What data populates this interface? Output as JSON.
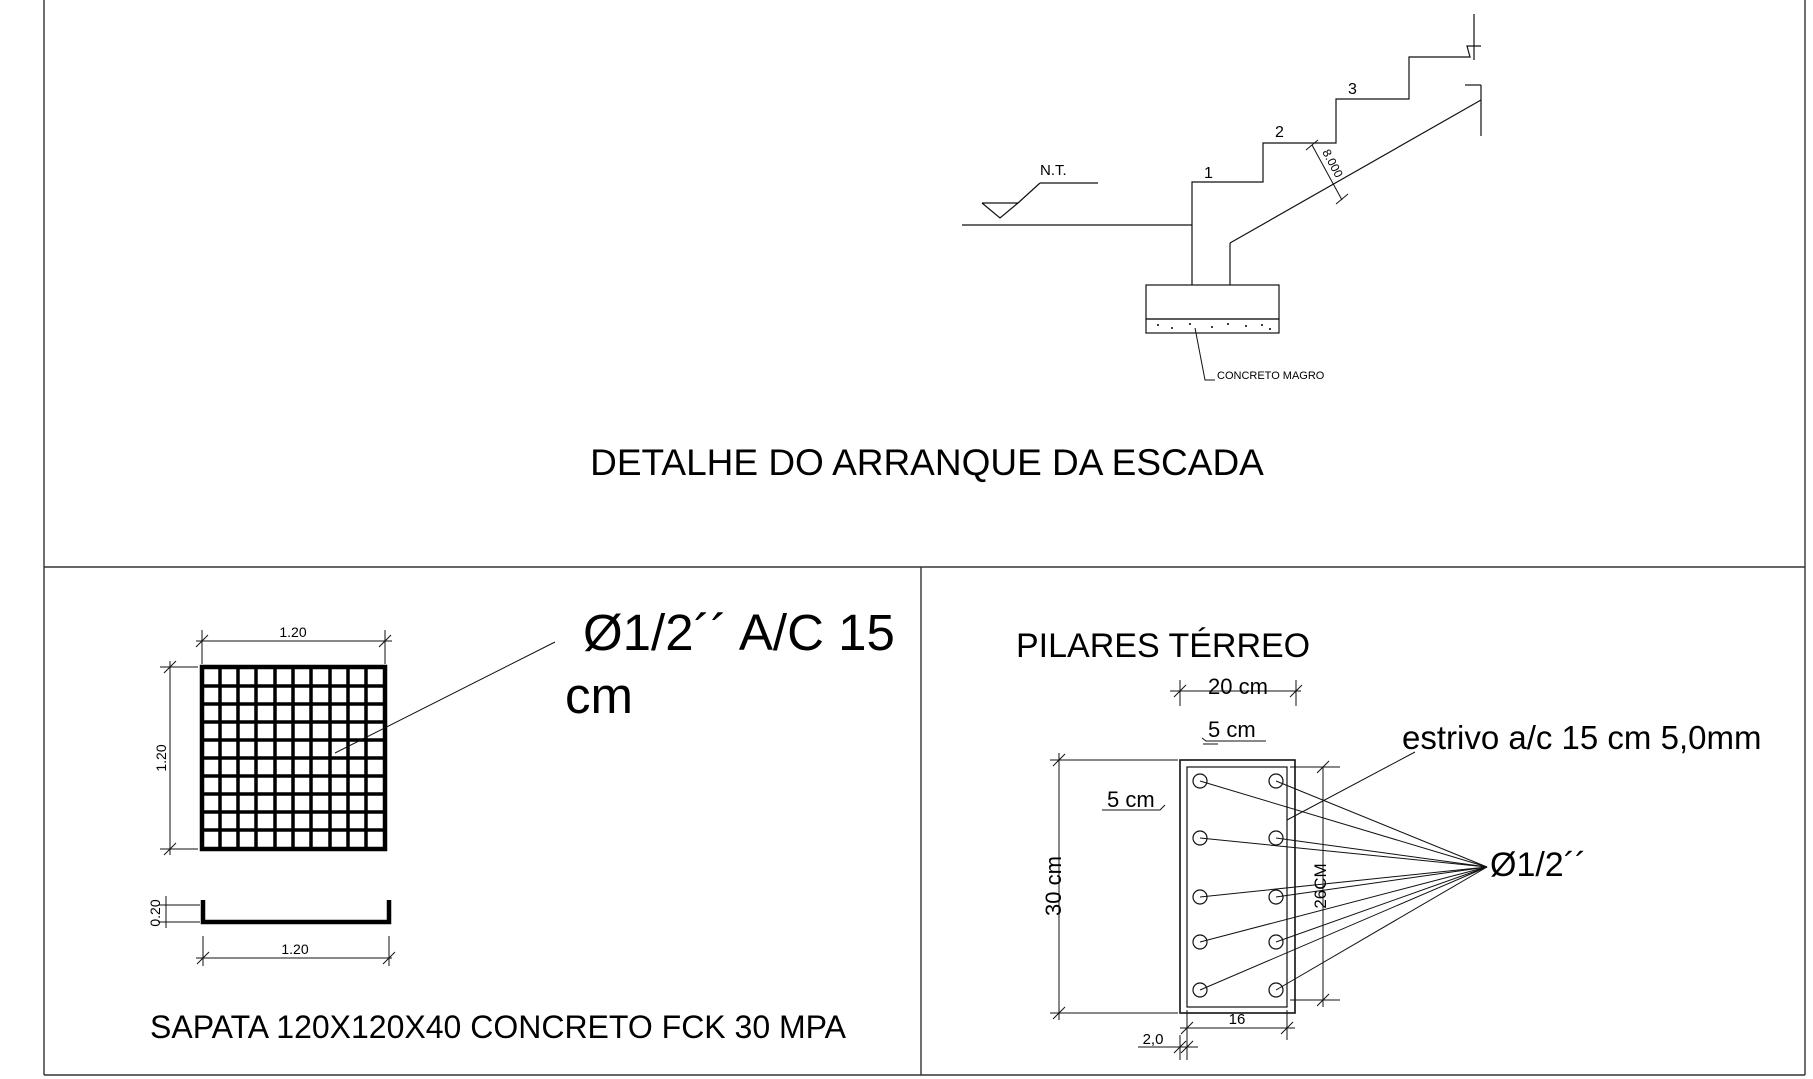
{
  "stair_detail": {
    "title": "DETALHE DO ARRANQUE DA ESCADA",
    "ground_label": "N.T.",
    "step_numbers": [
      "1",
      "2",
      "3"
    ],
    "slab_dimension": "8.000",
    "footing_note": "CONCRETO MAGRO"
  },
  "footing": {
    "title": "SAPATA 120X120X40 CONCRETO FCK 30 MPA",
    "rebar_callout_line1": "Ø1/2´´ A/C 15",
    "rebar_callout_line2": "cm",
    "dim_width_top": "1.20",
    "dim_height": "1.20",
    "dim_section_height": "0.20",
    "dim_width_bottom": "1.20"
  },
  "column": {
    "title": "PILARES TÉRREO",
    "dim_width": "20 cm",
    "dim_cover_top": "5 cm",
    "dim_cover_side": "5 cm",
    "stirrup_note": "estrivo a/c 15 cm 5,0mm",
    "bar_label": "Ø1/2´´",
    "dim_height": "30 cm",
    "dim_inner_height": "26CM",
    "dim_inner_width": "16",
    "dim_stirrup_gap": "2,0"
  }
}
